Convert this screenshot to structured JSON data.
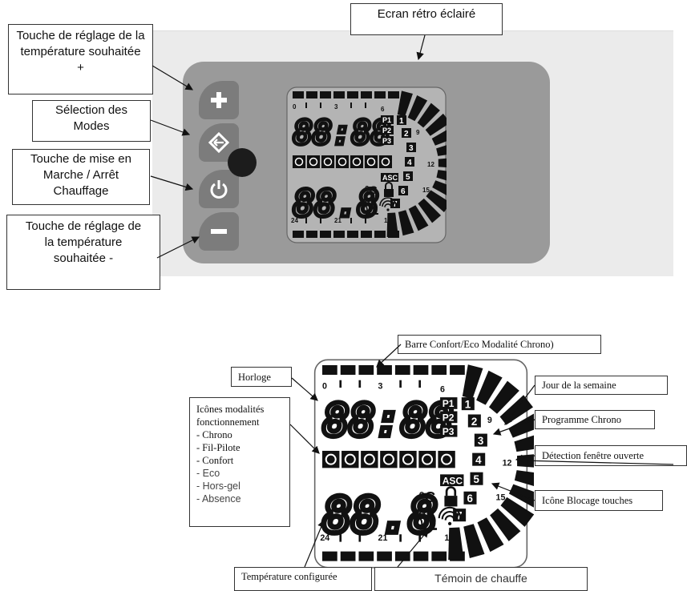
{
  "top": {
    "labels": {
      "backlit_screen": "Ecran rétro éclairé",
      "temp_plus": "Touche de réglage de la température souhaitée +",
      "mode_select": "Sélection des Modes",
      "on_off": "Touche de mise en Marche / Arrêt Chauffage",
      "temp_minus": "Touche de réglage de la température souhaitée -"
    },
    "lcd": {
      "hours_ticks": [
        "0",
        "3",
        "6",
        "9",
        "12",
        "15",
        "18",
        "21",
        "24"
      ],
      "clock": "88:88",
      "temp": "88.8",
      "unit": "°C",
      "programs": [
        "P1",
        "P2",
        "P3"
      ],
      "days": [
        "1",
        "2",
        "3",
        "4",
        "5",
        "6",
        "7"
      ],
      "asc": "ASC"
    }
  },
  "bottom": {
    "labels": {
      "comfort_bar": "Barre Confort/Eco  Modalité Chrono)",
      "clock": "Horloge",
      "weekday": "Jour de la semaine",
      "program": "Programme Chrono",
      "window": "Détection fenêtre ouverte",
      "lock": "Icône Blocage touches",
      "set_temp": "Température configurée",
      "heating": "Témoin de chauffe",
      "modes_title": "Icônes modalités fonctionnement",
      "modes": [
        "- Chrono",
        "- Fil-Pilote",
        "- Confort",
        "- Eco",
        "- Hors-gel",
        "- Absence"
      ]
    },
    "lcd": {
      "hours_ticks": [
        "0",
        "3",
        "6",
        "9",
        "12",
        "15",
        "18",
        "21",
        "24"
      ],
      "clock": "88:88",
      "temp": "88.8",
      "unit": "°C",
      "programs": [
        "P1",
        "P2",
        "P3"
      ],
      "days": [
        "1",
        "2",
        "3",
        "4",
        "5",
        "6",
        "7"
      ],
      "asc": "ASC"
    }
  }
}
